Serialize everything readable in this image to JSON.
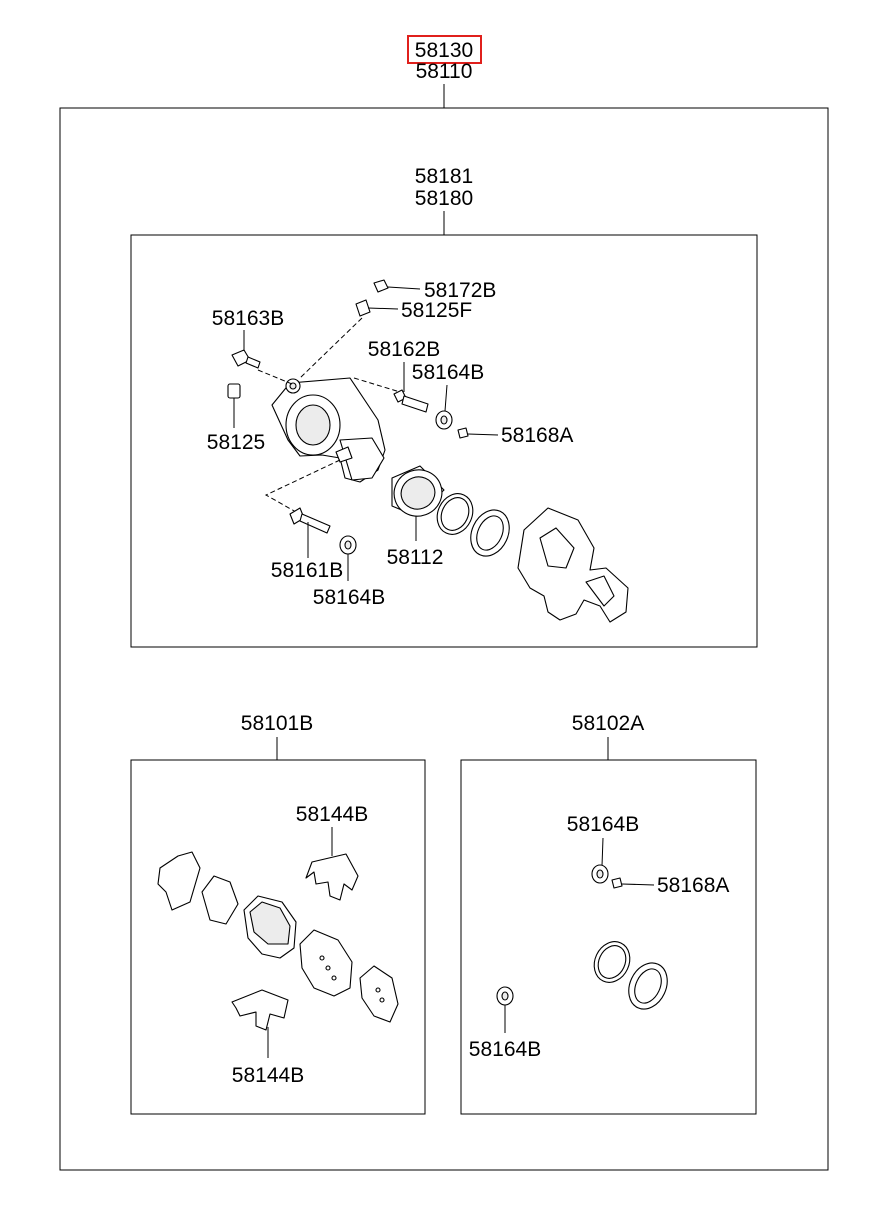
{
  "highlight_color": "#e0201c",
  "assembly": {
    "highlighted_code": "58130",
    "code": "58110"
  },
  "caliper_group": {
    "codes": [
      "58181",
      "58180"
    ]
  },
  "caliper_parts": {
    "bleeder_cap": "58172B",
    "bleeder_screw": "58125F",
    "upper_bolt": "58163B",
    "bushing": "58125",
    "guide_pin_upper": "58162B",
    "boot_upper": "58164B",
    "cap_upper": "58168A",
    "guide_pin_lower": "58161B",
    "boot_lower": "58164B",
    "piston": "58112"
  },
  "pad_kit": {
    "code": "58101B",
    "clip_upper": "58144B",
    "clip_lower": "58144B"
  },
  "seal_kit": {
    "code": "58102A",
    "boot_upper": "58164B",
    "cap": "58168A",
    "boot_lower": "58164B"
  }
}
